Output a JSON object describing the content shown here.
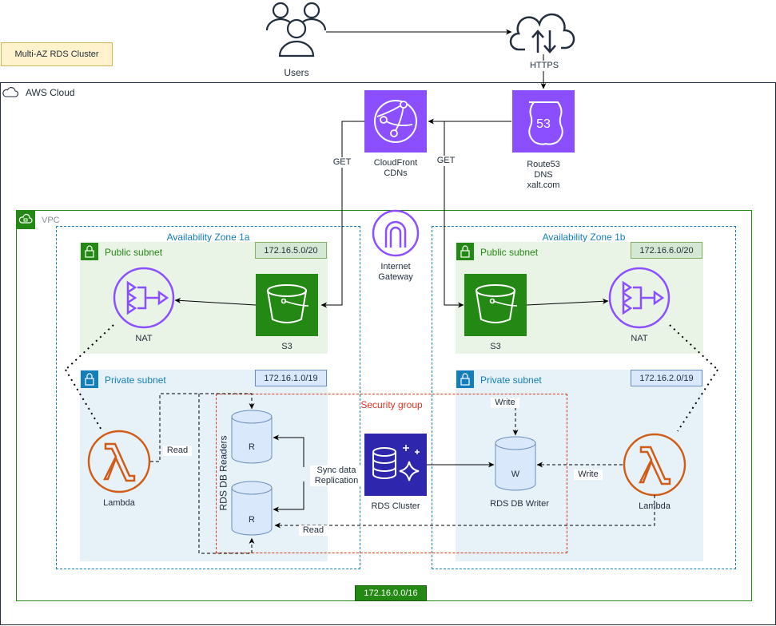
{
  "title_note": "Multi-AZ RDS Cluster",
  "users": {
    "label": "Users"
  },
  "https_label": "HTTPS",
  "aws_cloud": {
    "label": "AWS Cloud"
  },
  "cloudfront": {
    "label_line1": "CloudFront",
    "label_line2": "CDNs"
  },
  "route53": {
    "label_line1": "Route53",
    "label_line2": "DNS",
    "label_line3": "xalt.com",
    "badge": "53"
  },
  "get_left": "GET",
  "get_right": "GET",
  "vpc": {
    "label": "VPC",
    "cidr": "172.16.0.0/16"
  },
  "internet_gateway": {
    "label_line1": "Internet",
    "label_line2": "Gateway"
  },
  "az_1a": {
    "label": "Availability Zone 1a",
    "public_subnet": {
      "label": "Public subnet",
      "cidr": "172.16.5.0/20"
    },
    "private_subnet": {
      "label": "Private subnet",
      "cidr": "172.16.1.0/19"
    },
    "nat_label": "NAT",
    "s3_label": "S3",
    "lambda_label": "Lambda"
  },
  "az_1b": {
    "label": "Availability Zone 1b",
    "public_subnet": {
      "label": "Public subnet",
      "cidr": "172.16.6.0/20"
    },
    "private_subnet": {
      "label": "Private subnet",
      "cidr": "172.16.2.0/19"
    },
    "nat_label": "NAT",
    "s3_label": "S3",
    "lambda_label": "Lambda"
  },
  "security_group": {
    "label": "Security group"
  },
  "readers": {
    "label": "RDS DB Readers",
    "reader_letter": "R"
  },
  "writer": {
    "label": "RDS DB Writer",
    "letter": "W"
  },
  "rds_cluster": {
    "label": "RDS Cluster"
  },
  "sync": {
    "line1": "Sync data",
    "line2": "Replication"
  },
  "read_left": "Read",
  "read_bottom": "Read",
  "write_top": "Write",
  "write_right": "Write",
  "colors": {
    "aws_purple": "#8c4fff",
    "subnet_green": "#248814",
    "public_fill": "#e9f3e6",
    "private_fill": "#e6f2f8",
    "private_blue": "#147eba",
    "lambda_orange": "#d05c17",
    "security_red": "#dd3522",
    "note_fill": "#fff2cc",
    "note_border": "#d6b656"
  }
}
